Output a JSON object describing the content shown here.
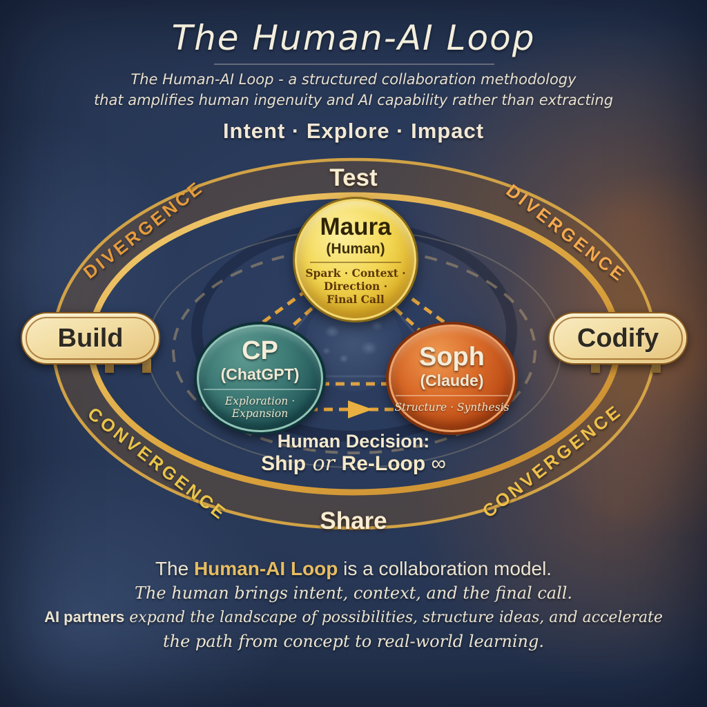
{
  "header": {
    "title": "The Human-AI Loop",
    "subtitle_line1": "The Human-AI Loop - a structured collaboration methodology",
    "subtitle_line2": "that amplifies human ingenuity and AI capability rather than extracting",
    "tagline": "Intent · Explore · Impact"
  },
  "loop": {
    "top_label": "Test",
    "bottom_label": "Share",
    "left_pill": "Build",
    "right_pill": "Codify",
    "divergence_left": "DIVERGENCE",
    "divergence_right": "DIVERGENCE",
    "convergence_left": "CONVERGENCE",
    "convergence_right": "CONVERGENCE"
  },
  "nodes": {
    "human": {
      "name": "Maura",
      "role": "(Human)",
      "lines": [
        "Spark · Context ·",
        "Direction ·",
        "Final Call"
      ]
    },
    "chatgpt": {
      "name": "CP",
      "role": "(ChatGPT)",
      "traits": "Exploration · Expansion"
    },
    "claude": {
      "name": "Soph",
      "role": "(Claude)",
      "traits": "Structure · Synthesis"
    }
  },
  "decision": {
    "label": "Human Decision:",
    "ship": "Ship",
    "or": " or ",
    "reloop": "Re-Loop",
    "infinity": " ∞"
  },
  "footer": {
    "line1_pre": "The ",
    "line1_highlight": "Human-AI Loop",
    "line1_post": " is a collaboration model.",
    "line2": "The human brings intent, context, and the final call.",
    "line3_strong": "AI partners",
    "line3_rest": " expand the landscape of possibilities, structure ideas, and accelerate",
    "line4": "the path from concept to real-world learning."
  },
  "colors": {
    "background_navy": "#253450",
    "ring_gold": "#d9a847",
    "band_amber": "#7d5a2e",
    "divergence_orange": "#e59b3d",
    "convergence_yellow": "#e9c44a",
    "cream_text": "#f2e9d4",
    "human_gold": "#e9c83f",
    "chatgpt_teal": "#2e6b66",
    "claude_orange": "#c2541c",
    "pill_cream": "#f2dda2",
    "highlight_gold": "#e7bd62"
  }
}
